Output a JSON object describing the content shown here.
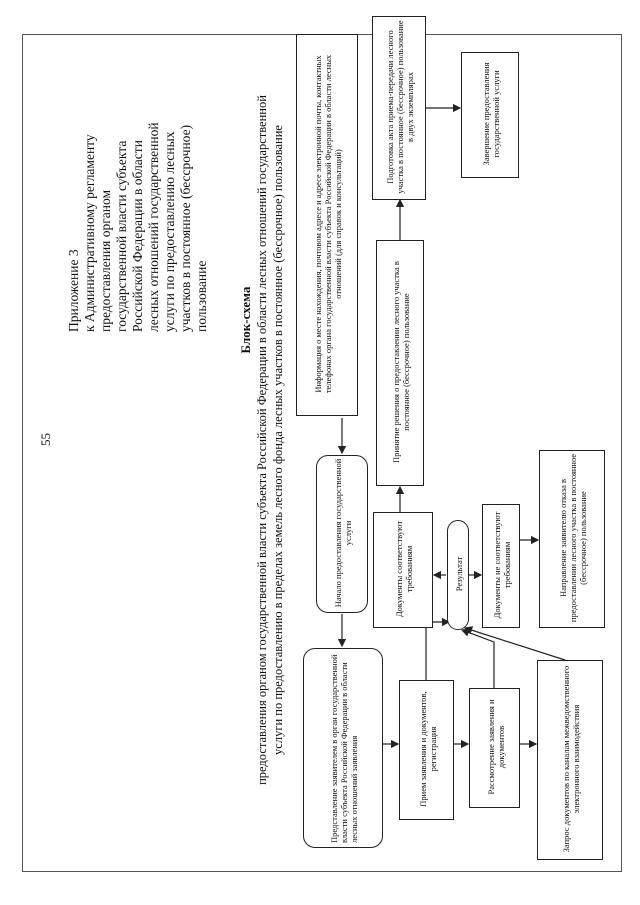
{
  "page_number": "55",
  "appendix": {
    "lines": [
      "Приложение 3",
      "к Административному регламенту",
      "предоставления органом",
      "государственной власти субъекта",
      "Российской Федерации в области",
      "лесных отношений государственной",
      "услуги по предоставлению лесных",
      "участков в постоянное (бессрочное)",
      "пользование"
    ]
  },
  "diagram": {
    "title": "Блок-схема",
    "subtitle_line1": "предоставления органом государственной власти субъекта Российской Федерации в области лесных отношений государственной",
    "subtitle_line2": "услуги по предоставлению в пределах земель лесного фонда лесных участков в постоянное (бессрочное) пользование",
    "nodes": {
      "info": "Информация о месте нахождения, почтовом адресе и адресе электронной почты, контактных телефонах органа государственной власти субъекта Российской Федерации в области лесных отношений (для справок и консультаций)",
      "start": "Начало предоставления государственной услуги",
      "submission": "Представление заявителем в орган государственной власти субъекта Российской Федерации в области лесных отношений заявления",
      "reception": "Прием заявления и документов, регистрация",
      "review": "Рассмотрение заявления и документов",
      "request": "Запрос документов по каналам межведомственного электронного взаимодействия",
      "result": "Результат",
      "docs_ok": "Документы соответствуют требованиям",
      "docs_not_ok": "Документы не соответствуют требованиям",
      "decision": "Принятие решения о предоставлении лесного участка в постоянное (бессрочное) пользование",
      "act": "Подготовка акта приема-передачи лесного участка в постоянное (бессрочное) пользование в двух экземплярах",
      "completion": "Завершение предоставления государственной услуги",
      "refusal": "Направление заявителю отказа в предоставлении лесного участка в постоянное (бессрочное) пользование"
    }
  }
}
